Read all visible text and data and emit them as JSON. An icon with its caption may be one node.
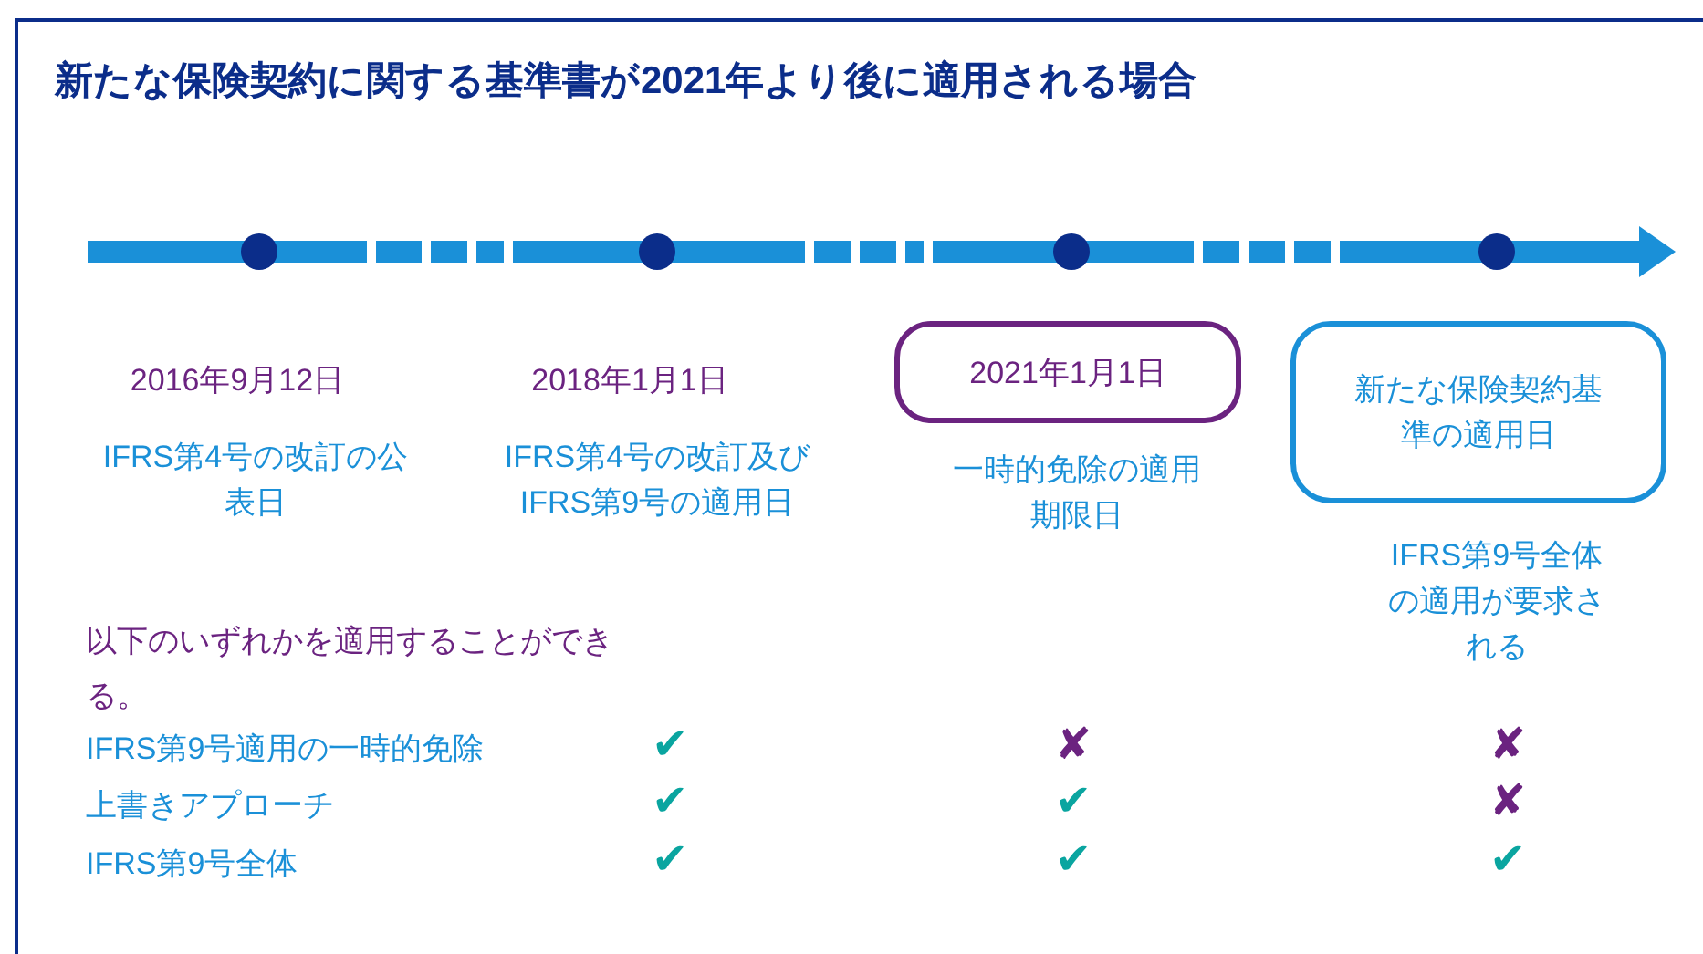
{
  "diagram": {
    "title": "新たな保険契約に関する基準書が2021年より後に適用される場合",
    "nodes": [
      {
        "text": [
          "2021年1月1日"
        ],
        "beside": [
          "一時的免除の適用期限日"
        ]
      },
      {
        "text": [
          "新たな保険契約基準の適用日"
        ],
        "beside": [
          "IFRS第9号全体の適用が要求される"
        ]
      }
    ],
    "edges": [],
    "labels": [
      "2016年9月12日",
      "2018年1月1日",
      "IFRS第4号の改訂の公表日",
      "IFRS第4号の改訂及びIFRS第9号の適用日",
      "以下のいずれかを適用することができる。",
      "IFRS第9号適用の一時的免除",
      "✔",
      "✘",
      "✘",
      "上書きアプローチ",
      "✔",
      "✔",
      "✘",
      "IFRS第9号全体",
      "✔",
      "✔",
      "✔"
    ]
  }
}
